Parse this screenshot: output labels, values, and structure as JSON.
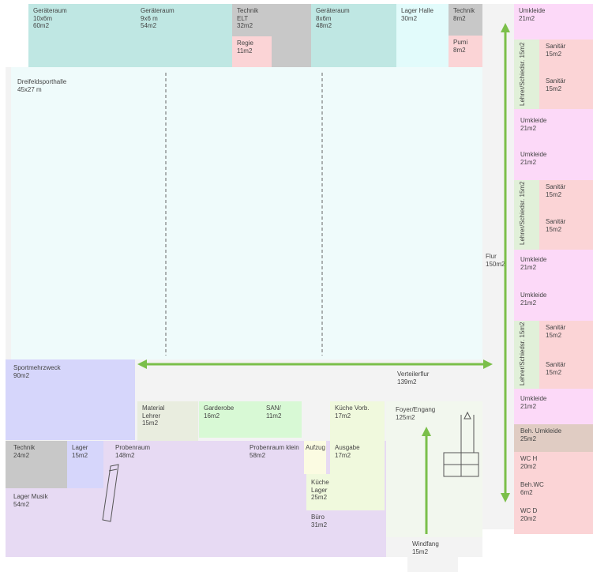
{
  "colors": {
    "storage": "#bfe7e3",
    "technik": "#c8c8c8",
    "light_cyan": "#e2fbfb",
    "pink_light": "#fcd9f8",
    "pink_red": "#fbd4d6",
    "green_light": "#e1f0d9",
    "hall": "#effbfb",
    "corridor": "#f3f3f3",
    "blue": "#d6d6fb",
    "lavender": "#e7daf3",
    "cream": "#f0f9dd",
    "mint": "#d8f9d5",
    "beige": "#e9eddf",
    "brown": "#e0ccc3",
    "arrow": "#7bbf4a",
    "foyer": "#f2f7ee",
    "yellow": "#fbfbe2"
  },
  "rooms": {
    "geraeteraum1": {
      "name": "Geräteraum\n10x6m",
      "area": "60m2"
    },
    "geraeteraum2": {
      "name": "Geräteraum\n9x6 m",
      "area": "54m2"
    },
    "technik_elt": {
      "name": "Technik\nELT",
      "area": "32m2"
    },
    "regie": {
      "name": "Regie",
      "area": "11m2"
    },
    "geraeteraum3": {
      "name": "Geräteraum\n8x6m",
      "area": "48m2"
    },
    "lager_halle": {
      "name": "Lager Halle",
      "area": "30m2"
    },
    "technik_small": {
      "name": "Technik",
      "area": "8m2"
    },
    "pumi": {
      "name": "Pumi",
      "area": "8m2"
    },
    "dreifeld": {
      "name": "Dreifeldsporthalle",
      "area": "45x27 m"
    },
    "flur": {
      "name": "Flur",
      "area": "150m2"
    },
    "umkleide1": {
      "name": "Umkleide",
      "area": "21m2"
    },
    "lehrer1": {
      "name": "Lehrer/Schiedsr.",
      "area": "15m2"
    },
    "sanitaer1a": {
      "name": "Sanitär",
      "area": "15m2"
    },
    "sanitaer1b": {
      "name": "Sanitär",
      "area": "15m2"
    },
    "umkleide2": {
      "name": "Umkleide",
      "area": "21m2"
    },
    "umkleide3": {
      "name": "Umkleide",
      "area": "21m2"
    },
    "lehrer2": {
      "name": "Lehrer/Schiedsr.",
      "area": "15m2"
    },
    "sanitaer2a": {
      "name": "Sanitär",
      "area": "15m2"
    },
    "sanitaer2b": {
      "name": "Sanitär",
      "area": "15m2"
    },
    "umkleide4": {
      "name": "Umkleide",
      "area": "21m2"
    },
    "umkleide5": {
      "name": "Umkleide",
      "area": "21m2"
    },
    "lehrer3": {
      "name": "Lehrer/Schiedsr.",
      "area": "15m2"
    },
    "sanitaer3a": {
      "name": "Sanitär",
      "area": "15m2"
    },
    "sanitaer3b": {
      "name": "Sanitär",
      "area": "15m2"
    },
    "umkleide6": {
      "name": "Umkleide",
      "area": "21m2"
    },
    "beh_umkleide": {
      "name": "Beh. Umkleide",
      "area": "25m2"
    },
    "wc_h": {
      "name": "WC H",
      "area": "20m2"
    },
    "beh_wc": {
      "name": "Beh.WC",
      "area": "6m2"
    },
    "wc_d": {
      "name": "WC D",
      "area": "20m2"
    },
    "sportmehrzweck": {
      "name": "Sportmehrzweck",
      "area": "90m2"
    },
    "verteilerflur": {
      "name": "Verteilerflur",
      "area": "139m2"
    },
    "material_lehrer": {
      "name": "Material\nLehrer",
      "area": "15m2"
    },
    "garderobe": {
      "name": "Garderobe",
      "area": "16m2"
    },
    "san": {
      "name": "SAN/",
      "area": "11m2"
    },
    "kueche_vorb": {
      "name": "Küche Vorb.",
      "area": "17m2"
    },
    "foyer": {
      "name": "Foyer/Engang",
      "area": "125m2"
    },
    "technik24": {
      "name": "Technik",
      "area": "24m2"
    },
    "lager15": {
      "name": "Lager",
      "area": "15m2"
    },
    "probenraum": {
      "name": "Probenraum",
      "area": "148m2"
    },
    "probenraum_klein": {
      "name": "Probenraum klein",
      "area": "58m2"
    },
    "aufzug": {
      "name": "Aufzug",
      "area": ""
    },
    "ausgabe": {
      "name": "Ausgabe",
      "area": "17m2"
    },
    "kueche_lager": {
      "name": "Küche\nLager",
      "area": "25m2"
    },
    "lager_musik": {
      "name": "Lager Musik",
      "area": "54m2"
    },
    "buero": {
      "name": "Büro",
      "area": "31m2"
    },
    "windfang": {
      "name": "Windfang",
      "area": "15m2"
    }
  }
}
